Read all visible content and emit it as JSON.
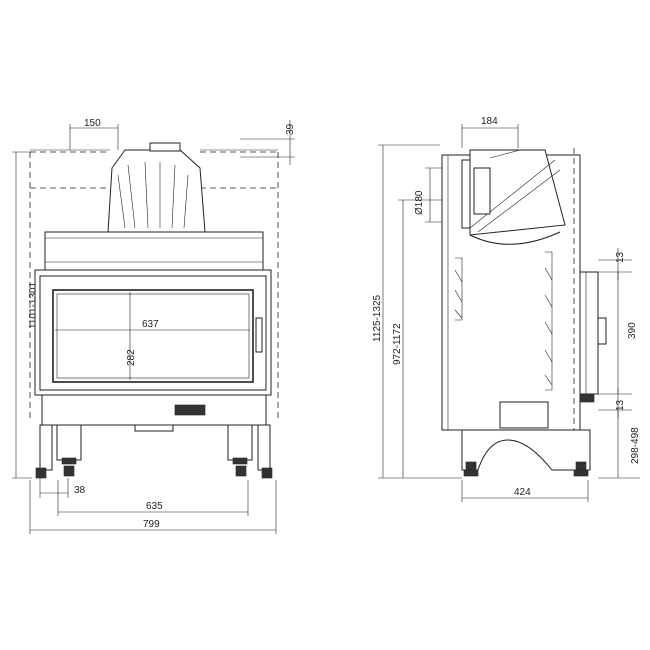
{
  "front_view": {
    "dimensions": {
      "top_collar_width": "150",
      "top_offset": "39",
      "height_range": "1101-1301",
      "glass_width": "637",
      "glass_height": "282",
      "foot_offset": "38",
      "foot_span": "635",
      "overall_width": "799"
    }
  },
  "side_view": {
    "dimensions": {
      "collar_depth": "184",
      "flue_diameter": "Ø180",
      "overall_height": "1125-1325",
      "collar_height": "972-1172",
      "door_gap_top": "13",
      "door_height": "390",
      "door_gap_bottom": "13",
      "base_height": "298-498",
      "overall_depth": "424"
    }
  }
}
